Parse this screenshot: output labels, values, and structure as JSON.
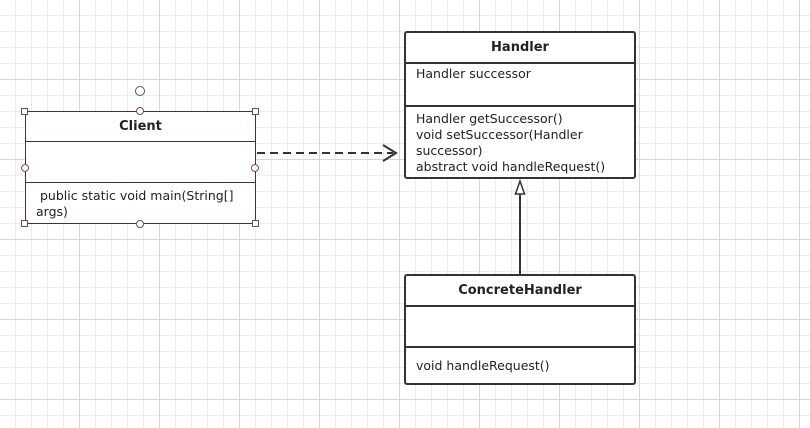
{
  "diagram": {
    "classes": {
      "handler": {
        "name": "Handler",
        "attributes": [
          "Handler successor"
        ],
        "operations": [
          "Handler getSuccessor()",
          "void setSuccessor(Handler successor)",
          "abstract void handleRequest()"
        ]
      },
      "client": {
        "name": "Client",
        "attributes": [],
        "operations": [
          " public static void main(String[] args)"
        ]
      },
      "concrete_handler": {
        "name": "ConcreteHandler",
        "attributes": [],
        "operations": [
          "void handleRequest()"
        ]
      }
    },
    "relations": [
      {
        "from": "Client",
        "to": "Handler",
        "kind": "dependency"
      },
      {
        "from": "ConcreteHandler",
        "to": "Handler",
        "kind": "generalization"
      }
    ],
    "colors": {
      "line": "#333333",
      "selection": "#7a4a4a",
      "grid_major": "#d6d6d6",
      "grid_minor": "#ececec"
    }
  }
}
